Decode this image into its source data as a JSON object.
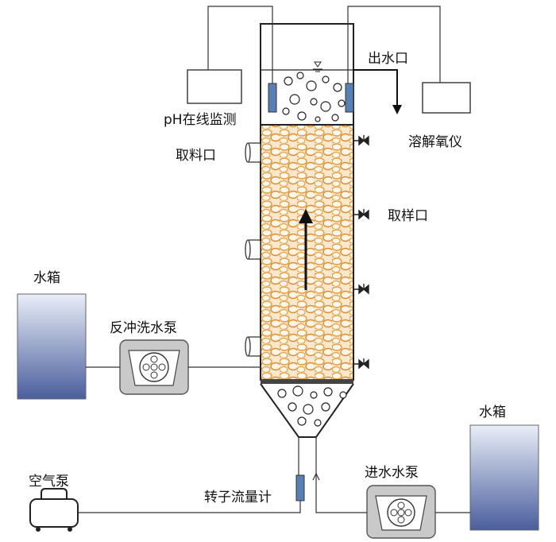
{
  "labels": {
    "ph_monitor": "pH在线监测",
    "water_outlet": "出水口",
    "do_meter": "溶解氧仪",
    "material_port": "取料口",
    "sampling_port": "取样口",
    "water_tank_left": "水箱",
    "backwash_pump": "反冲洗水泵",
    "water_tank_right": "水箱",
    "air_pump": "空气泵",
    "rotameter": "转子流量计",
    "inlet_pump": "进水水泵"
  },
  "colors": {
    "line": "#333333",
    "tank_top": "#e8eef8",
    "tank_bottom": "#4a5f9a",
    "probe": "#5a7fb5",
    "media": "#e8a34a",
    "pump_body": "#c8c8c8"
  }
}
